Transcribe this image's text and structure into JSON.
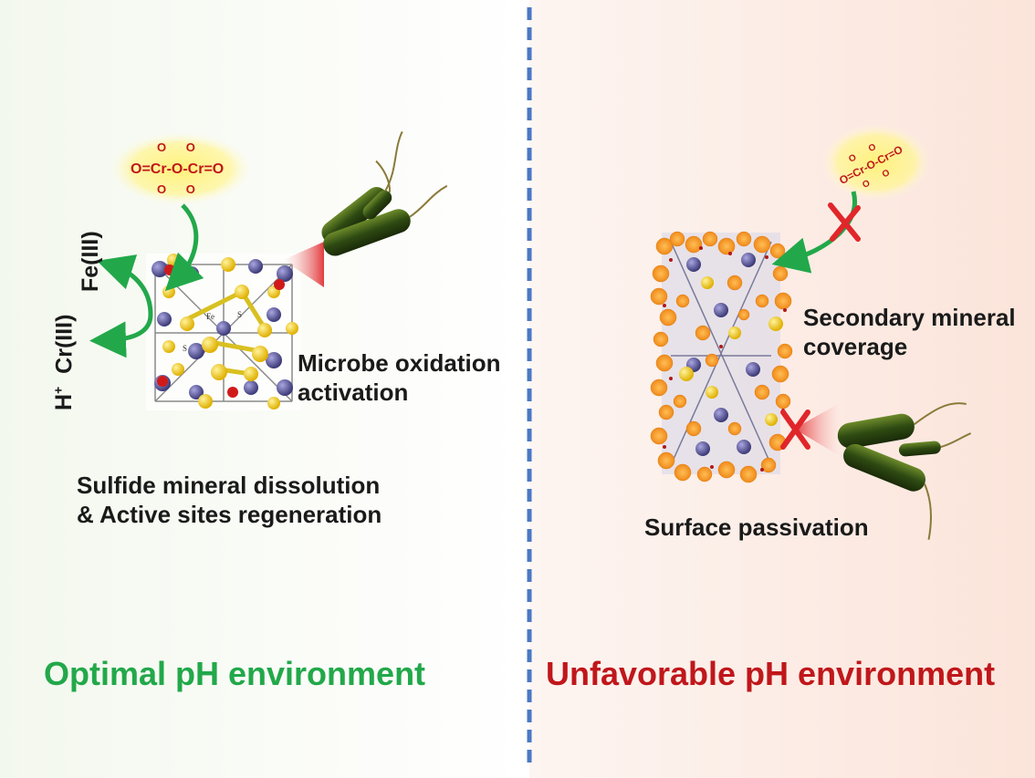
{
  "left_panel": {
    "title": "Optimal pH environment",
    "title_color": "#22a84a",
    "molecule": {
      "row_top": "O      O",
      "row_mid": "O=Cr-O-Cr=O",
      "row_bottom": "O      O"
    },
    "ion_fe": "Fe(III)",
    "ion_cr": "Cr(III)",
    "ion_h": "H",
    "ion_h_sup": "+",
    "microbe_label_line1": "Microbe oxidation",
    "microbe_label_line2": "activation",
    "dissolution_line1": "Sulfide mineral dissolution",
    "dissolution_line2": "& Active sites regeneration"
  },
  "right_panel": {
    "title": "Unfavorable pH environment",
    "title_color": "#c0171b",
    "coverage_line1": "Secondary mineral",
    "coverage_line2": "coverage",
    "passivation_label": "Surface passivation"
  },
  "colors": {
    "arrow_green": "#22a84a",
    "block_red": "#e0262a",
    "divider_blue": "#4a78c4",
    "sulfur_yellow": "#f2c81a",
    "iron_purple": "#5c5a98",
    "bacteria_green": "#3a5a1a"
  }
}
